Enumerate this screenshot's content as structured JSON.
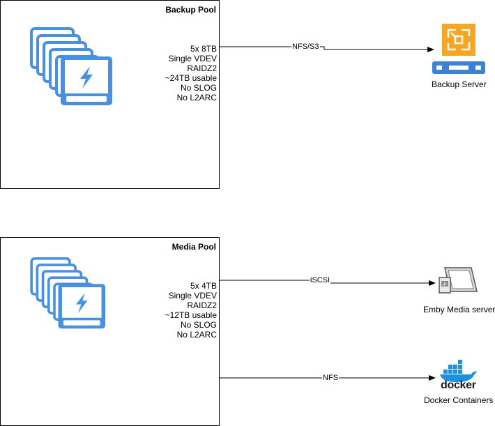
{
  "backup_pool": {
    "title": "Backup Pool",
    "specs": [
      "5x 8TB",
      "Single VDEV",
      "RAIDZ2",
      "~24TB usable",
      "No SLOG",
      "No L2ARC"
    ]
  },
  "media_pool": {
    "title": "Media Pool",
    "specs": [
      "5x 4TB",
      "Single VDEV",
      "RAIDZ2",
      "~12TB usable",
      "No SLOG",
      "No L2ARC"
    ]
  },
  "connections": {
    "backup": "NFS/S3",
    "emby": "iSCSI",
    "docker": "NFS"
  },
  "targets": {
    "backup_server": "Backup Server",
    "emby": "Emby Media server",
    "docker": "Docker Containers",
    "docker_logo": "docker"
  },
  "colors": {
    "disk_blue": "#4A90E2",
    "veeam_orange": "#F5A623",
    "server_blue": "#3B82D6",
    "docker_blue": "#1D91E0"
  }
}
